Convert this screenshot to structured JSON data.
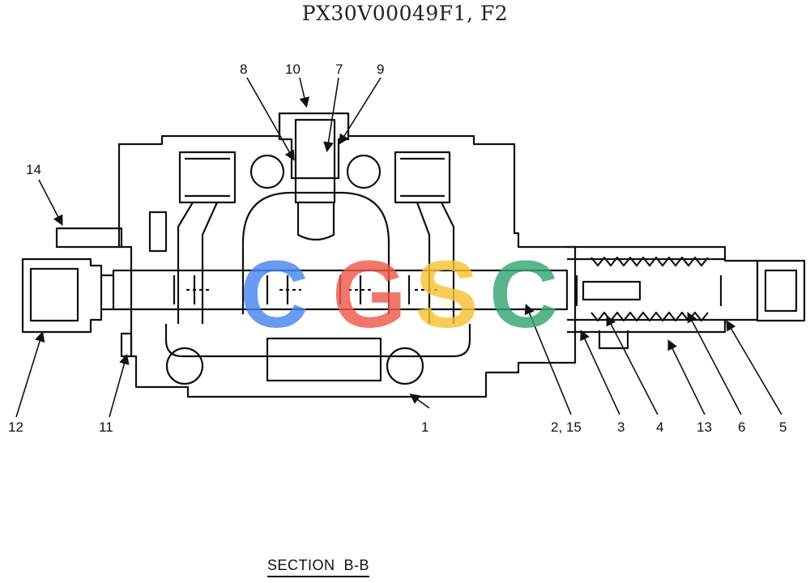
{
  "title": "PX30V00049F1, F2",
  "section_label": "SECTION  B-B",
  "callouts": {
    "c1": "1",
    "c2_15": "2, 15",
    "c3": "3",
    "c4": "4",
    "c5": "5",
    "c6": "6",
    "c7": "7",
    "c8": "8",
    "c9": "9",
    "c10": "10",
    "c11": "11",
    "c12": "12",
    "c13": "13",
    "c14": "14"
  },
  "watermark": {
    "letters": [
      "C",
      "G",
      "S",
      "C"
    ],
    "colors": [
      "#4a86f0",
      "#ee5a4e",
      "#f6c336",
      "#35a672"
    ]
  }
}
